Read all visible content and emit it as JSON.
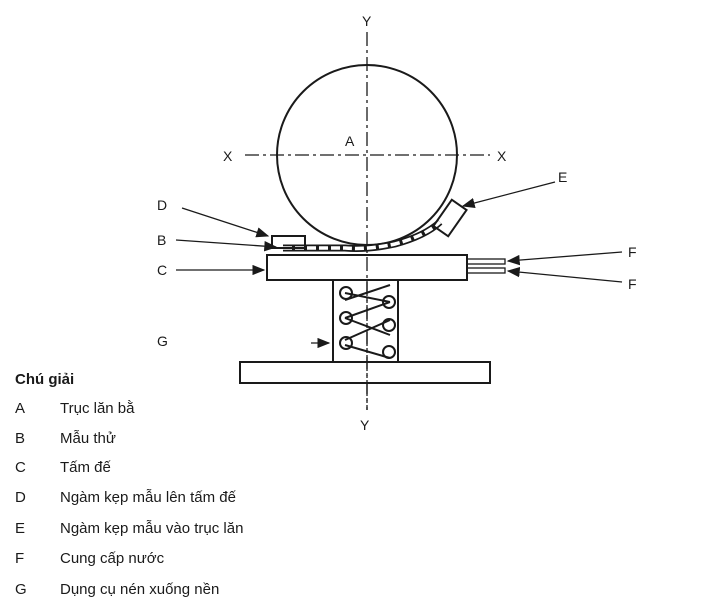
{
  "diagram": {
    "axis_labels": {
      "y_top": "Y",
      "y_bottom": "Y",
      "x_left": "X",
      "x_right": "X"
    },
    "part_labels": {
      "A": "A",
      "B": "B",
      "C": "C",
      "D": "D",
      "E": "E",
      "F1": "F",
      "F2": "F",
      "G": "G"
    }
  },
  "legend": {
    "title": "Chú giải",
    "items": [
      {
        "key": "A",
        "text": "Trục lăn bằ"
      },
      {
        "key": "B",
        "text": "Mẫu thử"
      },
      {
        "key": "C",
        "text": "Tấm đế"
      },
      {
        "key": "D",
        "text": "Ngàm kẹp mẫu lên tấm đế"
      },
      {
        "key": "E",
        "text": "Ngàm kẹp mẫu vào trục lăn"
      },
      {
        "key": "F",
        "text": "Cung cấp nước"
      },
      {
        "key": "G",
        "text": "Dụng cụ nén xuống nền"
      }
    ]
  }
}
